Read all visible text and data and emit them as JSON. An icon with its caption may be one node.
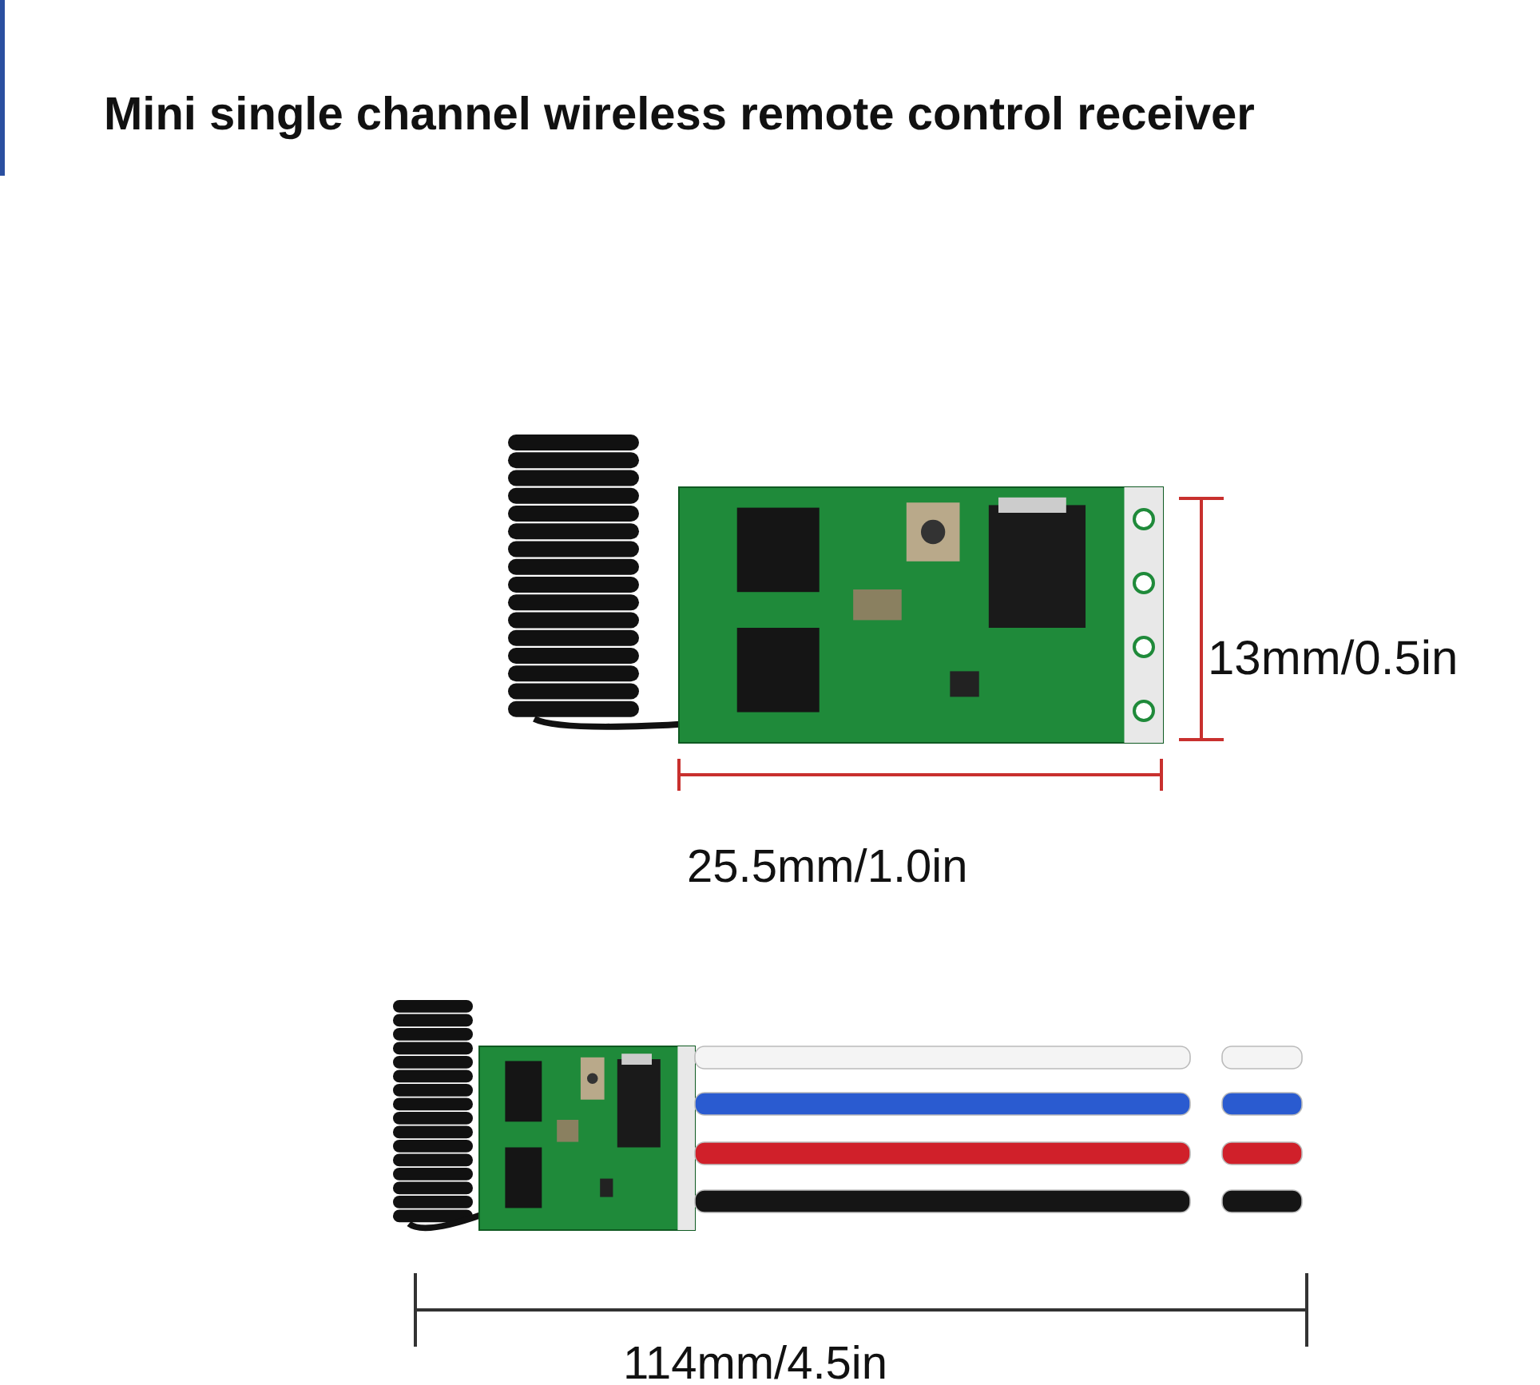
{
  "diagram": {
    "title": "Mini single channel wireless remote control receiver",
    "labels": [
      "13mm/0.5in",
      "25.5mm/1.0in",
      "114mm/4.5in"
    ]
  }
}
